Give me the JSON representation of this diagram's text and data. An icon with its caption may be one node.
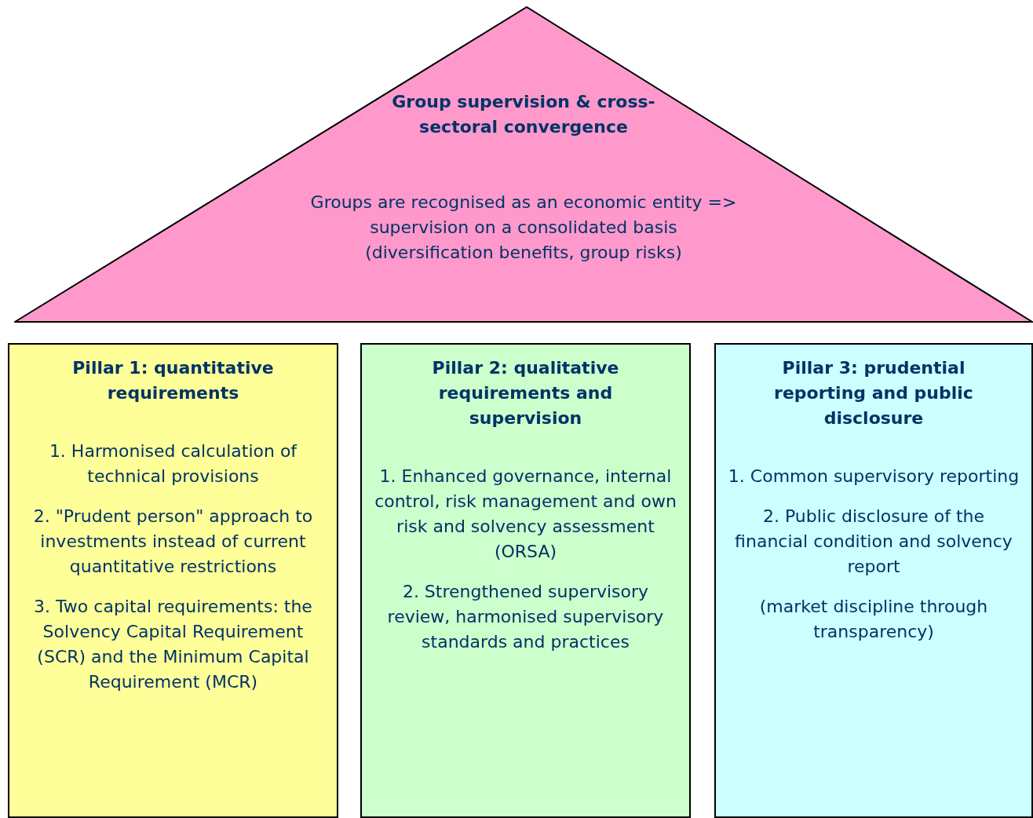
{
  "diagram": {
    "nodes": [
      {
        "text": [
          "Group supervision & cross-sectoral convergence",
          "Groups are recognised as an economic entity => supervision on a consolidated basis (diversification benefits, group risks)"
        ]
      },
      {
        "text": [
          "Pillar 1: quantitative requirements",
          "1. Harmonised calculation of technical provisions",
          "2. \"Prudent person\" approach to investments instead of current quantitative restrictions",
          "3. Two capital requirements: the Solvency Capital Requirement (SCR) and the Minimum Capital Requirement (MCR)"
        ]
      },
      {
        "text": [
          "Pillar 2: qualitative requirements and supervision",
          "1. Enhanced governance, internal control, risk management and own risk and solvency assessment (ORSA)",
          "2. Strengthened supervisory review, harmonised supervisory standards and practices"
        ]
      },
      {
        "text": [
          "Pillar 3: prudential reporting and public disclosure",
          "1. Common supervisory reporting",
          "2. Public disclosure of the financial condition and solvency report",
          "(market discipline through transparency)"
        ]
      }
    ]
  }
}
